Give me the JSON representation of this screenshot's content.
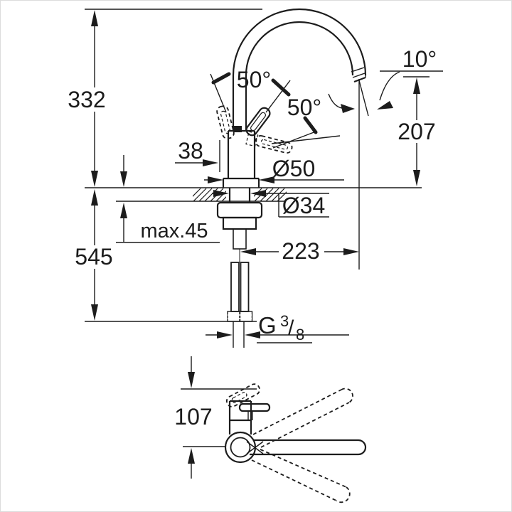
{
  "drawing": {
    "kind": "faucet-installation-dimension-drawing",
    "background": "#ffffff",
    "line_color": "#1c1c1c",
    "labels": {
      "height_above_deck": "332",
      "total_height": "545",
      "max_deck_thickness": "max.45",
      "body_offset": "38",
      "base_diameter": "Ø50",
      "hole_diameter": "Ø34",
      "spout_reach": "223",
      "outlet_height": "207",
      "handle_angle_front": "50°",
      "handle_angle_side": "50°",
      "spout_tilt": "10°",
      "thread_letter": "G",
      "thread_numerator": "3",
      "thread_slash": "/",
      "thread_denominator": "8",
      "top_view_depth": "107"
    }
  }
}
